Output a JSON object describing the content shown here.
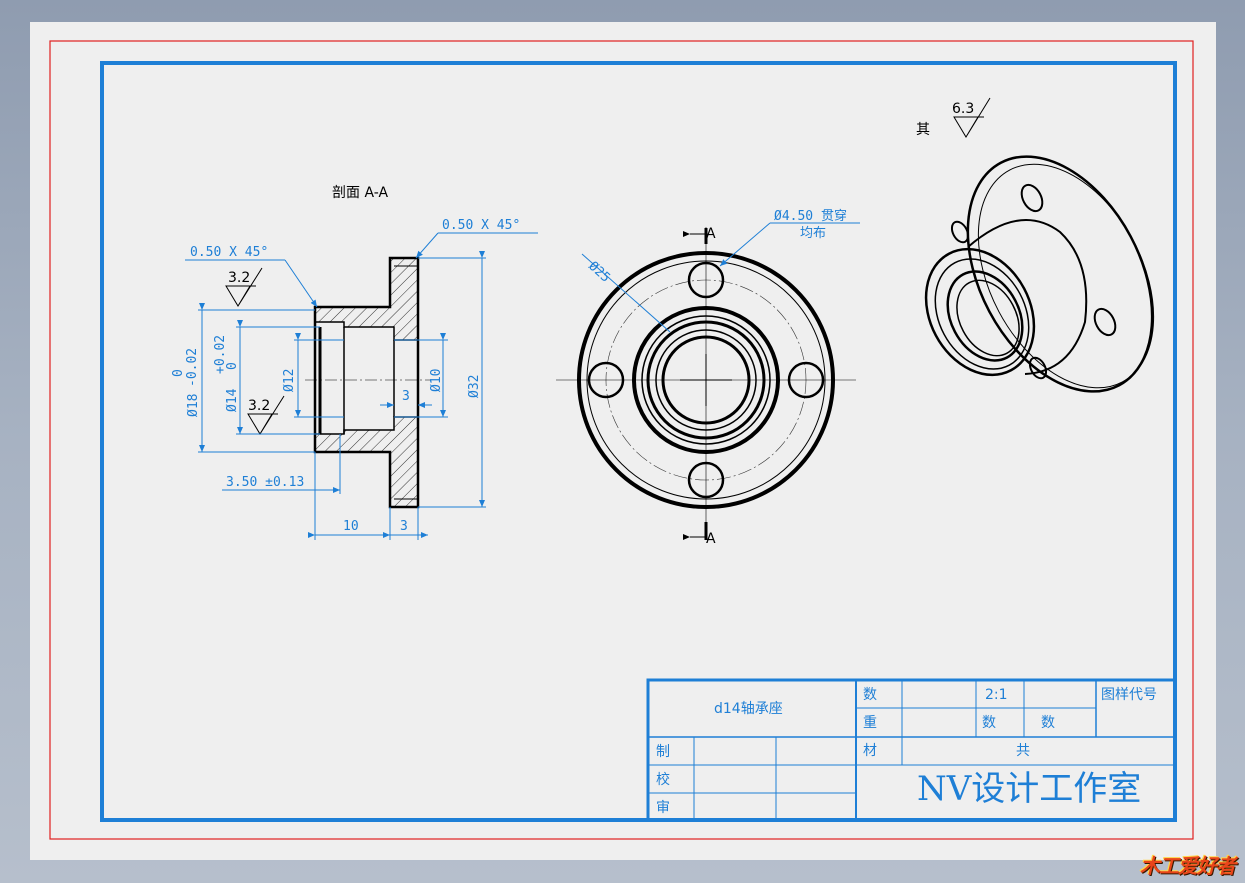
{
  "section_label": "剖面 A-A",
  "section_marker": "A",
  "surface_finish": {
    "other_prefix": "其",
    "other_value": "6.3",
    "value_1": "3.2",
    "value_2": "3.2"
  },
  "dimensions": {
    "chamfer_left": "0.50 X 45°",
    "chamfer_right": "0.50 X 45°",
    "d18": "Ø18",
    "d18_tol_upper": "0",
    "d18_tol_lower": "-0.02",
    "d14": "Ø14",
    "d14_tol_upper": "+0.02",
    "d14_tol_lower": "0",
    "d12": "Ø12",
    "d10": "Ø10",
    "d32": "Ø32",
    "inner_3": "3",
    "depth": "3.50 ±0.13",
    "len_10": "10",
    "len_3": "3",
    "d25": "Ø25",
    "hole_note_1": "Ø4.50 贯穿",
    "hole_note_2": "均布"
  },
  "title_block": {
    "part_name": "d14轴承座",
    "qty_label": "数",
    "weight_label": "重",
    "material_label": "材",
    "scale": "2:1",
    "drawing_no_label": "图样代号",
    "count_1": "数",
    "count_2": "数",
    "total": "共",
    "made_by": "制",
    "checked_by": "校",
    "approved_by": "审",
    "company": "NV设计工作室"
  },
  "watermark": "木工爱好者",
  "colors": {
    "border_blue": "#1e7fd6",
    "border_red": "#e02020",
    "line_black": "#000000"
  }
}
